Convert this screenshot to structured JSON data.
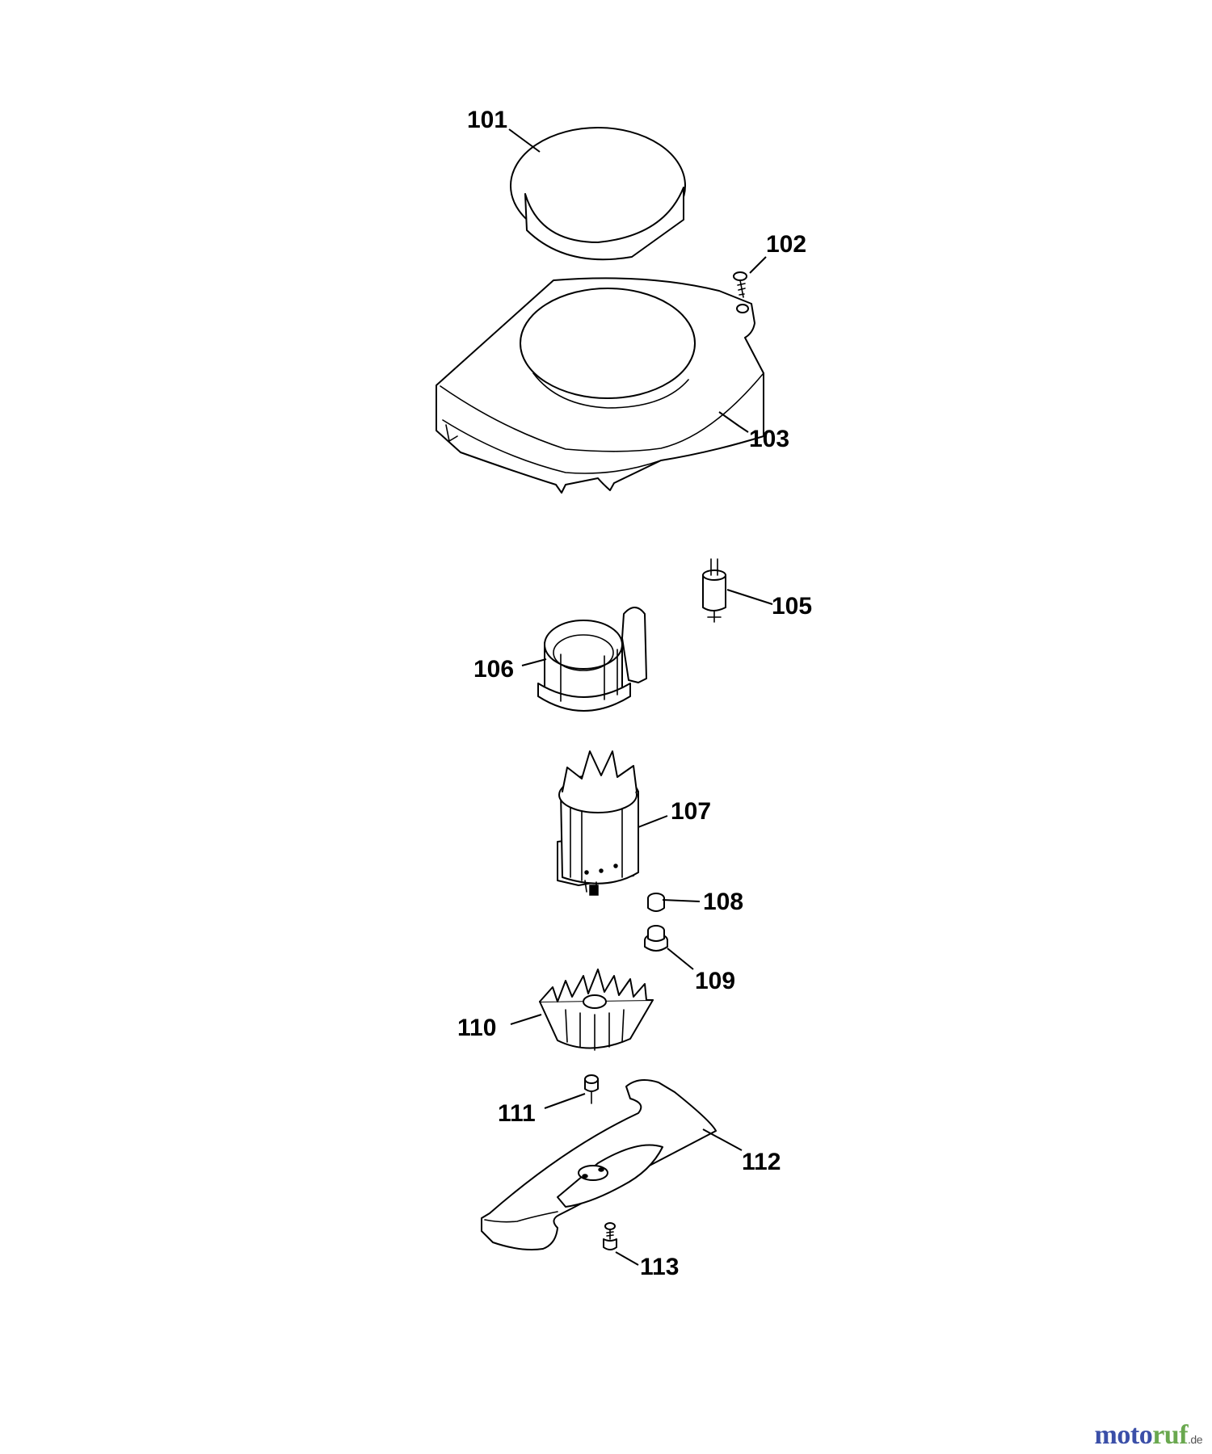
{
  "parts": [
    {
      "id": "101",
      "label": "101",
      "icon": "motor-cap-icon"
    },
    {
      "id": "102",
      "label": "102",
      "icon": "screw-icon"
    },
    {
      "id": "103",
      "label": "103",
      "icon": "motor-cover-icon"
    },
    {
      "id": "105",
      "label": "105",
      "icon": "capacitor-icon"
    },
    {
      "id": "106",
      "label": "106",
      "icon": "motor-housing-icon"
    },
    {
      "id": "107",
      "label": "107",
      "icon": "electric-motor-icon"
    },
    {
      "id": "108",
      "label": "108",
      "icon": "bolt-icon"
    },
    {
      "id": "109",
      "label": "109",
      "icon": "spacer-icon"
    },
    {
      "id": "110",
      "label": "110",
      "icon": "fan-wheel-icon"
    },
    {
      "id": "111",
      "label": "111",
      "icon": "screw-icon"
    },
    {
      "id": "112",
      "label": "112",
      "icon": "mower-blade-icon"
    },
    {
      "id": "113",
      "label": "113",
      "icon": "screw-icon"
    }
  ],
  "watermark": {
    "text_a": "moto",
    "text_b": "ruf",
    "tld": ".de",
    "color_a": "#3b4fa8",
    "color_b": "#6aa84f"
  }
}
